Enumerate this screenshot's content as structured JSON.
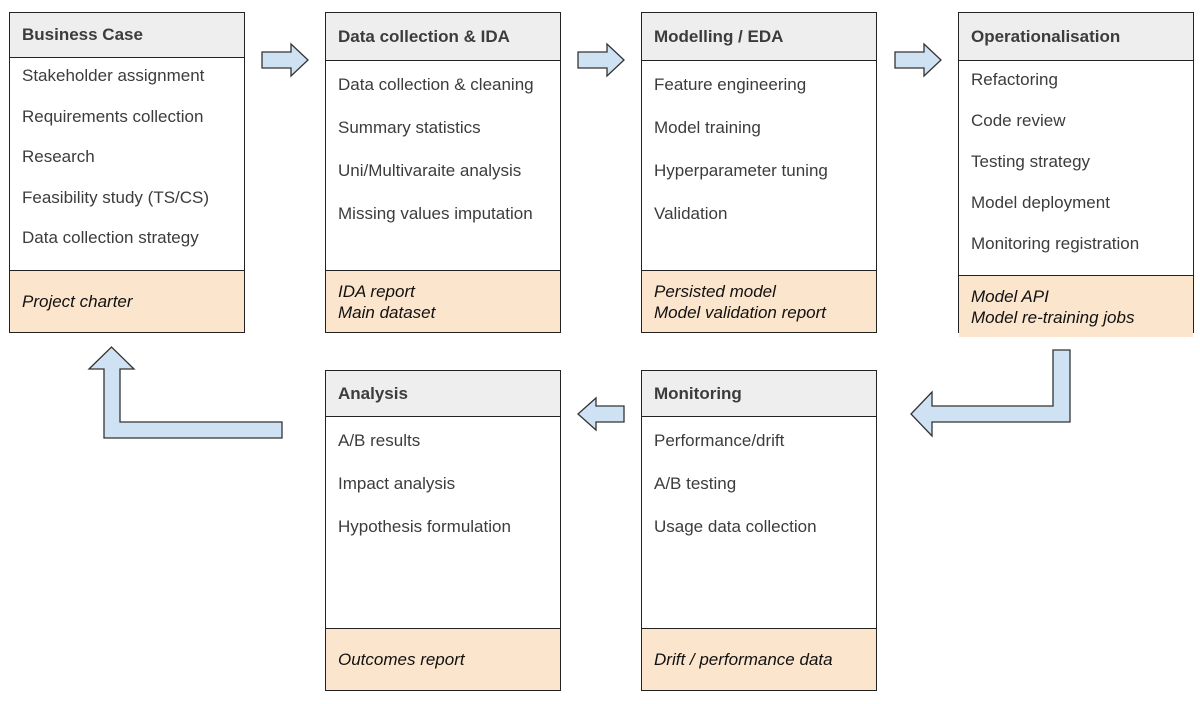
{
  "colors": {
    "header_fill": "#eeeeee",
    "output_fill": "#fce5cd",
    "arrow_fill": "#cfe2f3",
    "border": "#222222"
  },
  "stages": {
    "business_case": {
      "title": "Business Case",
      "items": [
        "Stakeholder assignment",
        "Requirements collection",
        "Research",
        "Feasibility study (TS/CS)",
        "Data collection strategy"
      ],
      "outputs": [
        "Project charter"
      ]
    },
    "data_collection": {
      "title": "Data collection & IDA",
      "items": [
        "Data collection & cleaning",
        "Summary statistics",
        "Uni/Multivaraite analysis",
        "Missing values imputation"
      ],
      "outputs": [
        "IDA report",
        "Main dataset"
      ]
    },
    "modelling": {
      "title": "Modelling / EDA",
      "items": [
        "Feature engineering",
        "Model training",
        "Hyperparameter tuning",
        "Validation"
      ],
      "outputs": [
        "Persisted model",
        "Model validation report"
      ]
    },
    "operationalisation": {
      "title": "Operationalisation",
      "items": [
        "Refactoring",
        "Code review",
        "Testing strategy",
        "Model deployment",
        "Monitoring registration"
      ],
      "outputs": [
        "Model API",
        "Model re-training jobs"
      ]
    },
    "analysis": {
      "title": "Analysis",
      "items": [
        "A/B results",
        "Impact analysis",
        "Hypothesis formulation"
      ],
      "outputs": [
        "Outcomes report"
      ]
    },
    "monitoring": {
      "title": "Monitoring",
      "items": [
        "Performance/drift",
        "A/B testing",
        "Usage data collection"
      ],
      "outputs": [
        "Drift / performance data"
      ]
    }
  }
}
